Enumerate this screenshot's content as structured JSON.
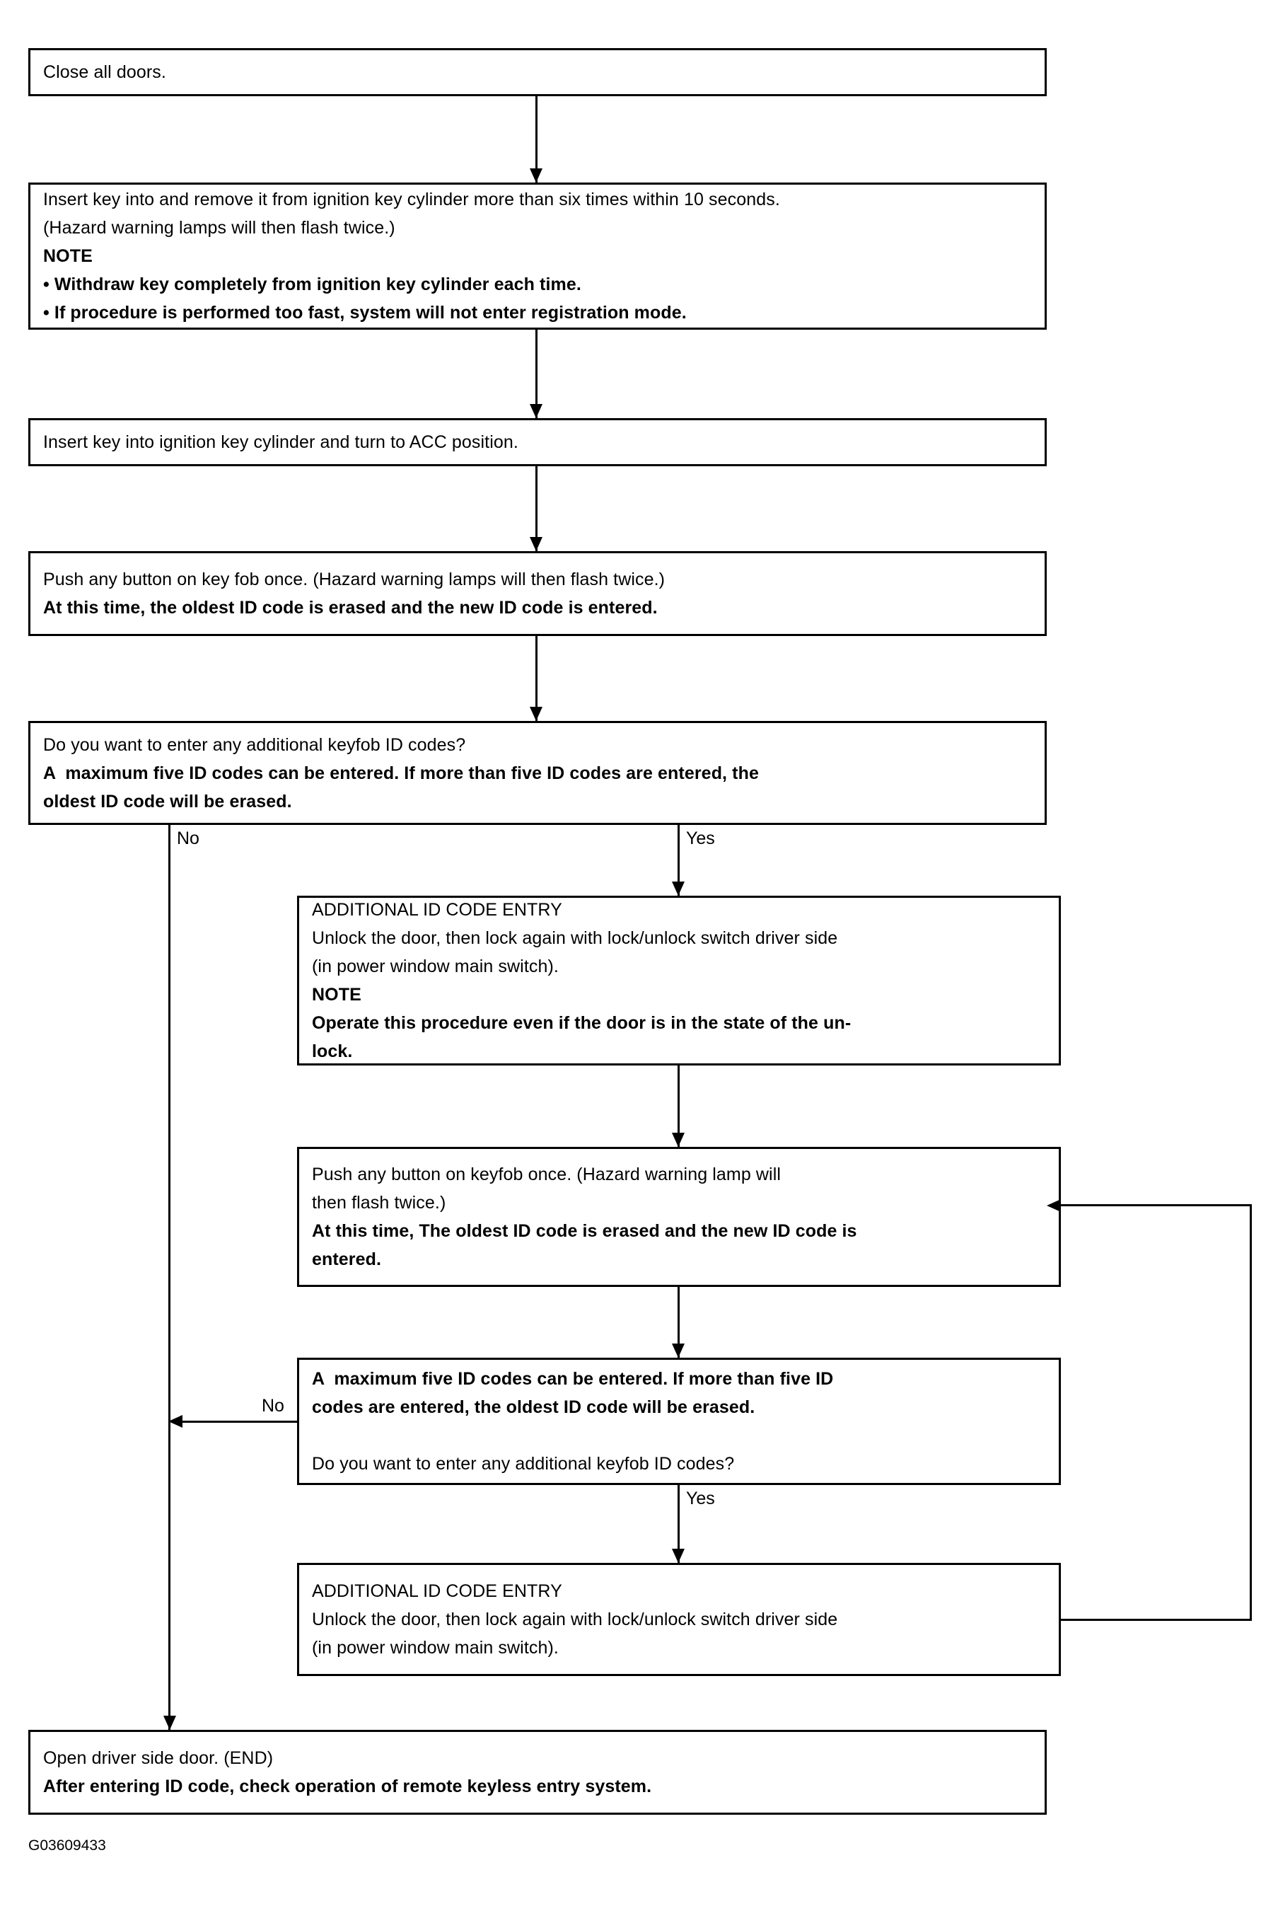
{
  "figure": {
    "code": "G03609433"
  },
  "boxes": {
    "close_doors": {
      "lines": [
        {
          "text": "Close all doors.",
          "bold": false
        }
      ]
    },
    "insert_remove_key": {
      "lines": [
        {
          "text": "Insert key into and remove it from ignition key cylinder more than six times within 10 seconds.",
          "bold": false
        },
        {
          "text": "(Hazard warning lamps will then flash twice.)",
          "bold": false
        },
        {
          "text": "NOTE",
          "bold": true
        },
        {
          "text": "• Withdraw key completely from ignition key cylinder each time.",
          "bold": true
        },
        {
          "text": "• If procedure is performed too fast, system will not enter registration mode.",
          "bold": true
        }
      ]
    },
    "turn_acc": {
      "lines": [
        {
          "text": "Insert key into ignition key cylinder and turn to ACC position.",
          "bold": false
        }
      ]
    },
    "push_keyfob_first": {
      "lines": [
        {
          "text": "Push any button on key fob once. (Hazard warning lamps will then flash twice.)",
          "bold": false
        },
        {
          "text": "At this time, the oldest ID code is erased and the new ID code is entered.",
          "bold": true
        }
      ]
    },
    "decision_one": {
      "lines": [
        {
          "text": "Do you want to enter any additional keyfob ID codes?",
          "bold": false
        },
        {
          "text": "A  maximum five ID codes can be entered. If more than five ID codes are entered, the",
          "bold": true
        },
        {
          "text": "oldest ID code will be erased.",
          "bold": true
        }
      ]
    },
    "additional_entry_one": {
      "lines": [
        {
          "text": "ADDITIONAL ID CODE ENTRY",
          "bold": false
        },
        {
          "text": "Unlock the door, then lock again with lock/unlock switch driver side",
          "bold": false
        },
        {
          "text": "(in power window main switch).",
          "bold": false
        },
        {
          "text": "NOTE",
          "bold": true
        },
        {
          "text": "Operate this procedure even if the door is in the state of the un-",
          "bold": true
        },
        {
          "text": "lock.",
          "bold": true
        }
      ]
    },
    "push_keyfob_second": {
      "lines": [
        {
          "text": "Push any button on keyfob once. (Hazard warning lamp will",
          "bold": false
        },
        {
          "text": "then flash twice.)",
          "bold": false
        },
        {
          "text": "At this time, The oldest ID code is erased and the new ID code is",
          "bold": true
        },
        {
          "text": "entered.",
          "bold": true
        }
      ]
    },
    "decision_two": {
      "lines": [
        {
          "text": "A  maximum five ID codes can be entered. If more than five ID",
          "bold": true
        },
        {
          "text": "codes are entered, the oldest ID code will be erased.",
          "bold": true
        },
        {
          "text": "",
          "bold": false
        },
        {
          "text": "Do you want to enter any additional keyfob ID codes?",
          "bold": false
        }
      ]
    },
    "additional_entry_two": {
      "lines": [
        {
          "text": "ADDITIONAL ID CODE ENTRY",
          "bold": false
        },
        {
          "text": "Unlock the door, then lock again with lock/unlock switch driver side",
          "bold": false
        },
        {
          "text": "(in power window main switch).",
          "bold": false
        }
      ]
    },
    "end_box": {
      "lines": [
        {
          "text": "Open driver side door. (END)",
          "bold": false
        },
        {
          "text": "After entering ID code, check operation of remote keyless entry system.",
          "bold": true
        }
      ]
    }
  },
  "branches": {
    "decision_one_no": "No",
    "decision_one_yes": "Yes",
    "decision_two_no": "No",
    "decision_two_yes": "Yes"
  }
}
